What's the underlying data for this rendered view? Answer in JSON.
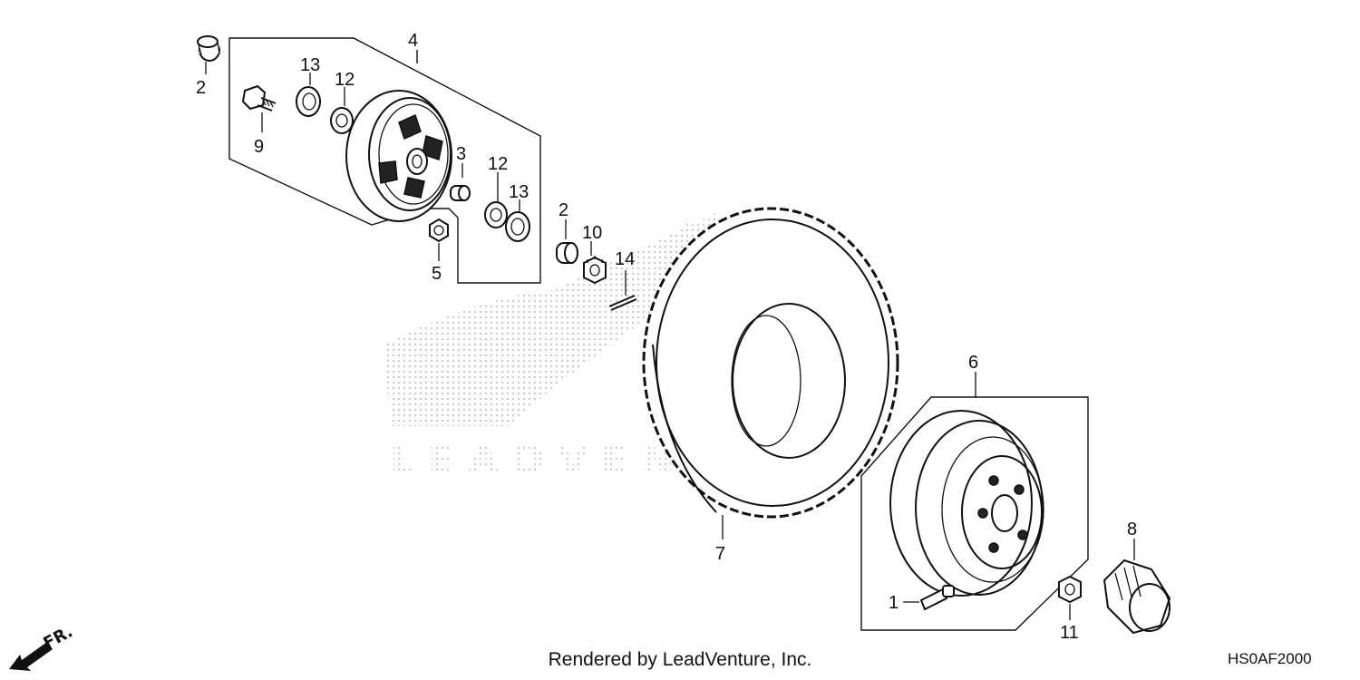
{
  "diagram": {
    "callouts": {
      "c1": "1",
      "c2a": "2",
      "c2b": "2",
      "c3": "3",
      "c4": "4",
      "c5": "5",
      "c6": "6",
      "c7": "7",
      "c8": "8",
      "c9": "9",
      "c10": "10",
      "c11": "11",
      "c12a": "12",
      "c12b": "12",
      "c13a": "13",
      "c13b": "13",
      "c14": "14"
    },
    "direction_marker": "FR.",
    "watermark": "LEADVENTURE"
  },
  "footer": {
    "credit": "Rendered by LeadVenture, Inc.",
    "code": "HS0AF2000"
  },
  "colors": {
    "ink": "#111111",
    "background": "#ffffff",
    "watermark": "#c8c8c8"
  }
}
